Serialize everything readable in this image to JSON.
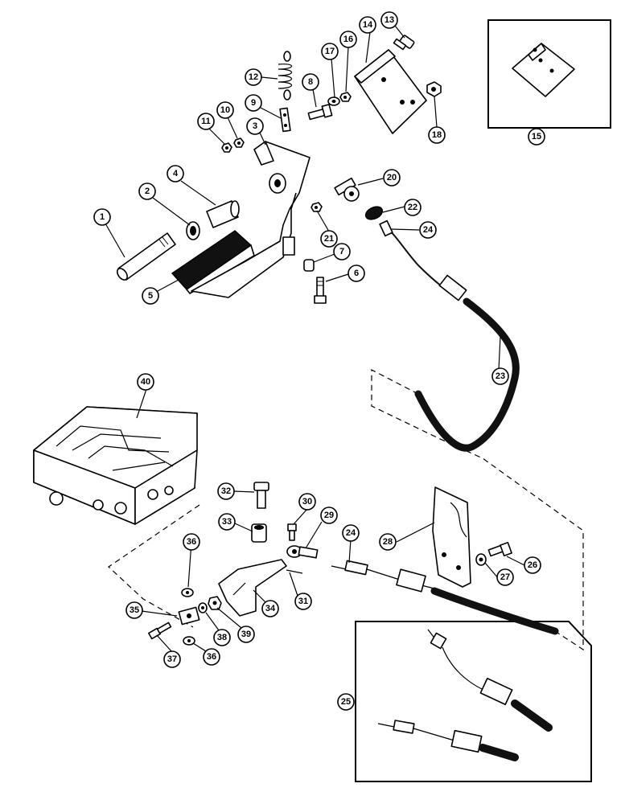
{
  "callouts": [
    {
      "id": "1",
      "label": "1"
    },
    {
      "id": "2",
      "label": "2"
    },
    {
      "id": "3",
      "label": "3"
    },
    {
      "id": "4",
      "label": "4"
    },
    {
      "id": "5",
      "label": "5"
    },
    {
      "id": "6",
      "label": "6"
    },
    {
      "id": "7",
      "label": "7"
    },
    {
      "id": "8",
      "label": "8"
    },
    {
      "id": "9",
      "label": "9"
    },
    {
      "id": "10",
      "label": "10"
    },
    {
      "id": "11",
      "label": "11"
    },
    {
      "id": "12",
      "label": "12"
    },
    {
      "id": "13",
      "label": "13"
    },
    {
      "id": "14",
      "label": "14"
    },
    {
      "id": "15",
      "label": "15"
    },
    {
      "id": "16",
      "label": "16"
    },
    {
      "id": "17",
      "label": "17"
    },
    {
      "id": "18",
      "label": "18"
    },
    {
      "id": "20",
      "label": "20"
    },
    {
      "id": "21",
      "label": "21"
    },
    {
      "id": "22",
      "label": "22"
    },
    {
      "id": "23",
      "label": "23"
    },
    {
      "id": "24a",
      "label": "24"
    },
    {
      "id": "24b",
      "label": "24"
    },
    {
      "id": "25",
      "label": "25"
    },
    {
      "id": "26",
      "label": "26"
    },
    {
      "id": "27",
      "label": "27"
    },
    {
      "id": "28",
      "label": "28"
    },
    {
      "id": "29",
      "label": "29"
    },
    {
      "id": "30",
      "label": "30"
    },
    {
      "id": "31",
      "label": "31"
    },
    {
      "id": "32",
      "label": "32"
    },
    {
      "id": "33",
      "label": "33"
    },
    {
      "id": "34",
      "label": "34"
    },
    {
      "id": "35",
      "label": "35"
    },
    {
      "id": "36a",
      "label": "36"
    },
    {
      "id": "36b",
      "label": "36"
    },
    {
      "id": "37",
      "label": "37"
    },
    {
      "id": "38",
      "label": "38"
    },
    {
      "id": "39",
      "label": "39"
    },
    {
      "id": "40",
      "label": "40"
    }
  ],
  "colors": {
    "ink": "#000000",
    "paper": "#ffffff"
  }
}
